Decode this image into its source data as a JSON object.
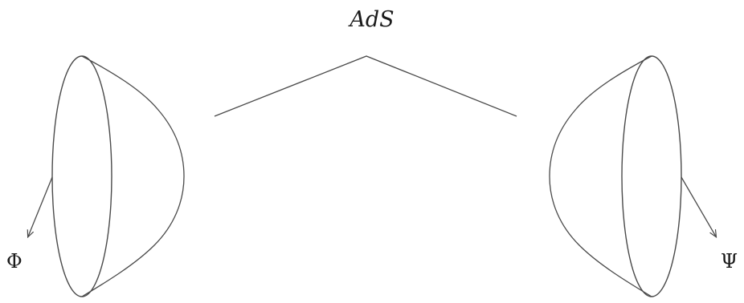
{
  "diagram": {
    "title": "AdS",
    "left_field": "Φ",
    "right_field": "Ψ"
  },
  "colors": {
    "stroke": "#4a4a4a",
    "background": "#ffffff"
  }
}
